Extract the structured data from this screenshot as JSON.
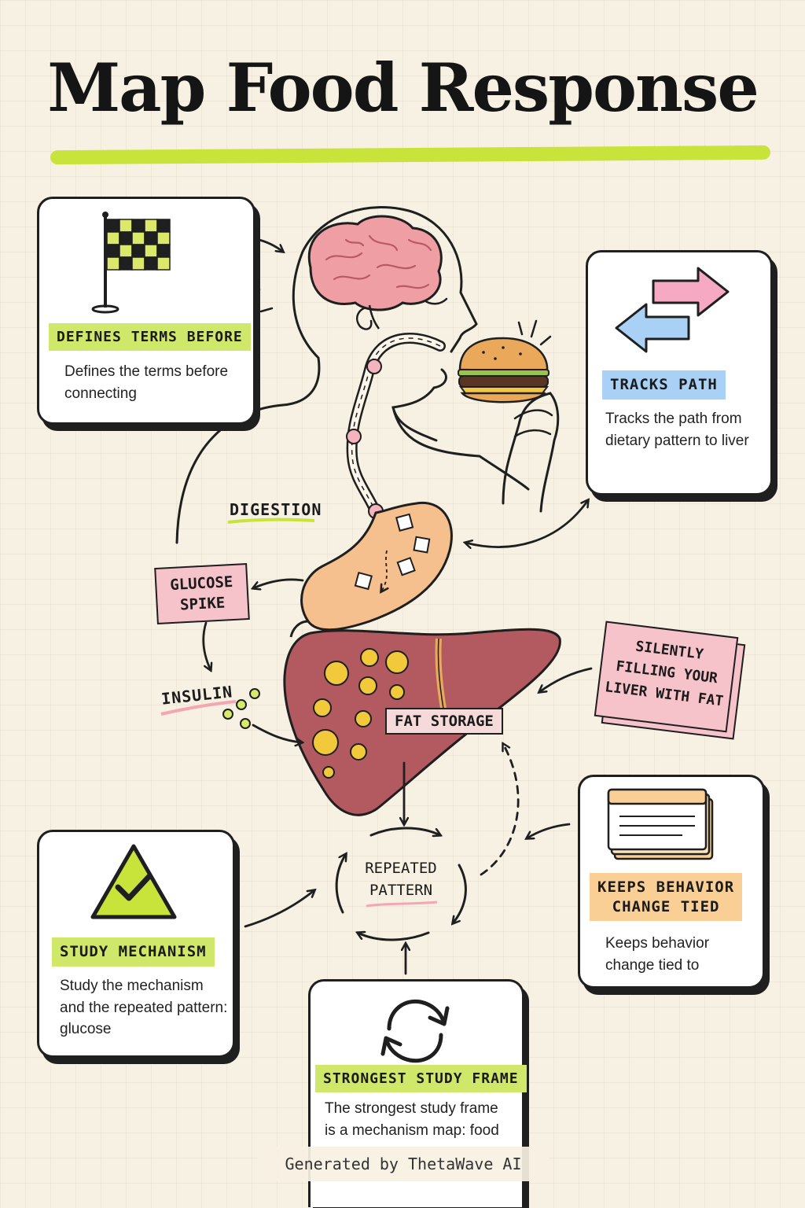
{
  "title": "Map Food Response",
  "cards": {
    "defines": {
      "tag": "DEFINES TERMS BEFORE",
      "text": "Defines the terms before connecting",
      "icon": "checkered-flag-icon"
    },
    "tracks": {
      "tag": "TRACKS PATH",
      "text": "Tracks the path from dietary pattern to liver",
      "icon": "two-way-arrows-icon"
    },
    "study": {
      "tag": "STUDY MECHANISM",
      "text": "Study the mechanism and the repeated pattern: glucose",
      "icon": "warning-check-icon"
    },
    "strongest": {
      "tag": "STRONGEST STUDY FRAME",
      "text": "The strongest study frame is a mechanism map: food",
      "icon": "cycle-arrows-icon"
    },
    "keeps": {
      "tag_line1": "KEEPS BEHAVIOR",
      "tag_line2": "CHANGE TIED",
      "text": "Keeps behavior change tied to",
      "icon": "note-cards-icon"
    }
  },
  "labels": {
    "digestion": "DIGESTION",
    "glucose_spike_line1": "GLUCOSE",
    "glucose_spike_line2": "SPIKE",
    "insulin": "INSULIN",
    "fat_storage": "FAT STORAGE",
    "repeated_line1": "REPEATED",
    "repeated_line2": "PATTERN",
    "silently_line1": "SILENTLY",
    "silently_line2": "FILLING YOUR",
    "silently_line3": "LIVER WITH FAT"
  },
  "footer": "Generated by ThetaWave AI",
  "colors": {
    "accent_green": "#c8e33a",
    "tag_green": "#cfe86a",
    "tag_blue": "#a9d1f5",
    "tag_orange": "#f9cf95",
    "pink": "#f7c3cb",
    "liver": "#b25a5f",
    "fat_yellow": "#f3c93c",
    "brain_pink": "#ef9fa4",
    "stomach_orange": "#f6c08e"
  }
}
